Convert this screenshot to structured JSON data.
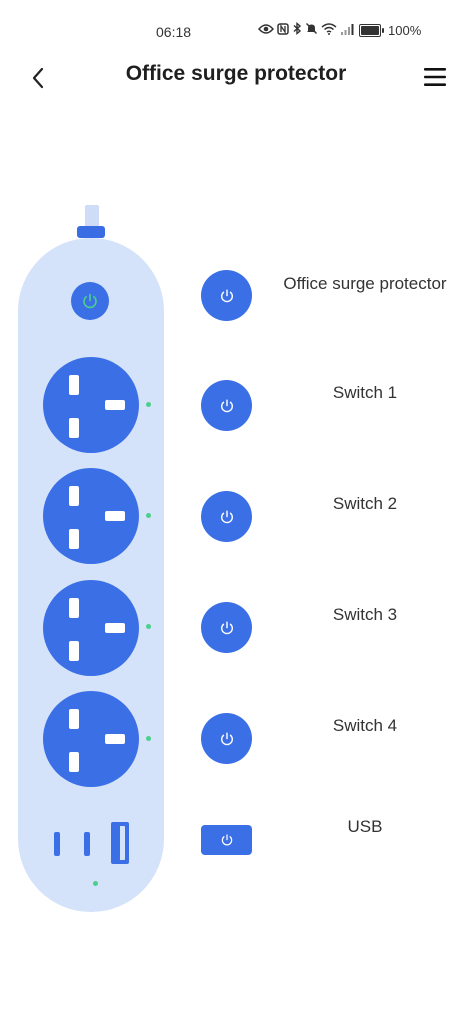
{
  "status_bar": {
    "time": "06:18",
    "battery_text": "100%",
    "icons": [
      "eye-icon",
      "nfc-icon",
      "bluetooth-icon",
      "mute-icon",
      "wifi-icon",
      "signal-icon",
      "battery-icon"
    ]
  },
  "header": {
    "title": "Office surge protector",
    "back_icon": "chevron-left-icon",
    "menu_icon": "hamburger-menu-icon"
  },
  "colors": {
    "accent": "#3b6fe6",
    "strip_body": "#d4e2fa",
    "led_on": "#4bd08c",
    "master_power_icon": "#4bd08c"
  },
  "controls": [
    {
      "label": "Office surge protector"
    },
    {
      "label": "Switch 1"
    },
    {
      "label": "Switch 2"
    },
    {
      "label": "Switch 3"
    },
    {
      "label": "Switch 4"
    },
    {
      "label": "USB"
    }
  ]
}
